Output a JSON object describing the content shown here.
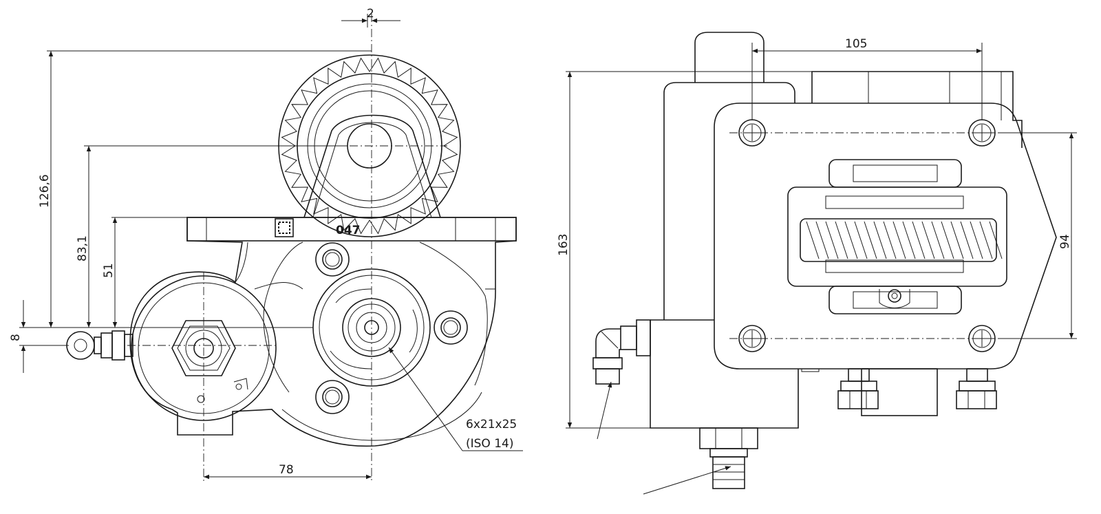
{
  "dimensions": {
    "gap_top": "2",
    "height_total": "126,6",
    "height_gear_axis": "83,1",
    "height_flange": "51",
    "offset_small": "8",
    "horizontal_78": "78",
    "side_width": "105",
    "side_height": "163",
    "side_holes": "94"
  },
  "labels": {
    "part_number": "047",
    "spline_spec_line1": "6x21x25",
    "spline_spec_line2": "(ISO 14)"
  }
}
